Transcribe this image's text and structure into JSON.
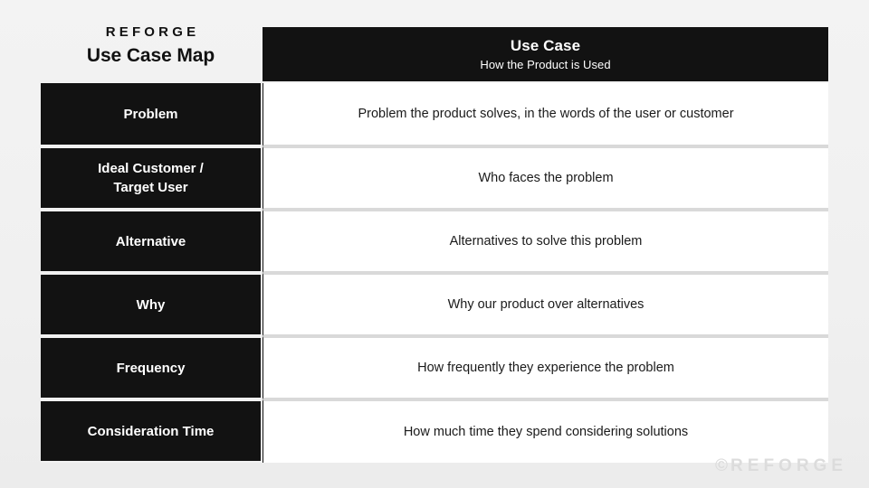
{
  "slide": {
    "background_color": "#f1f1f1",
    "panel_dark_color": "#121212",
    "panel_light_color": "#ffffff"
  },
  "title_block": {
    "eyebrow": "REFORGE",
    "title": "Use Case Map"
  },
  "column_header": {
    "title": "Use Case",
    "subtitle": "How the Product is Used"
  },
  "matrix": {
    "rows": [
      {
        "label": "Problem",
        "value": "Problem the product solves, in the words of the user or customer"
      },
      {
        "label": "Ideal Customer /\nTarget User",
        "label_line1": "Ideal Customer /",
        "label_line2": "Target User",
        "value": "Who faces the problem"
      },
      {
        "label": "Alternative",
        "value": "Alternatives to solve this problem"
      },
      {
        "label": "Why",
        "value": "Why our product over alternatives"
      },
      {
        "label": "Frequency",
        "value": "How frequently they experience the problem"
      },
      {
        "label": "Consideration Time",
        "value": "How much time they spend considering solutions"
      }
    ]
  },
  "watermark": {
    "symbol": "©",
    "text": "REFORGE"
  }
}
